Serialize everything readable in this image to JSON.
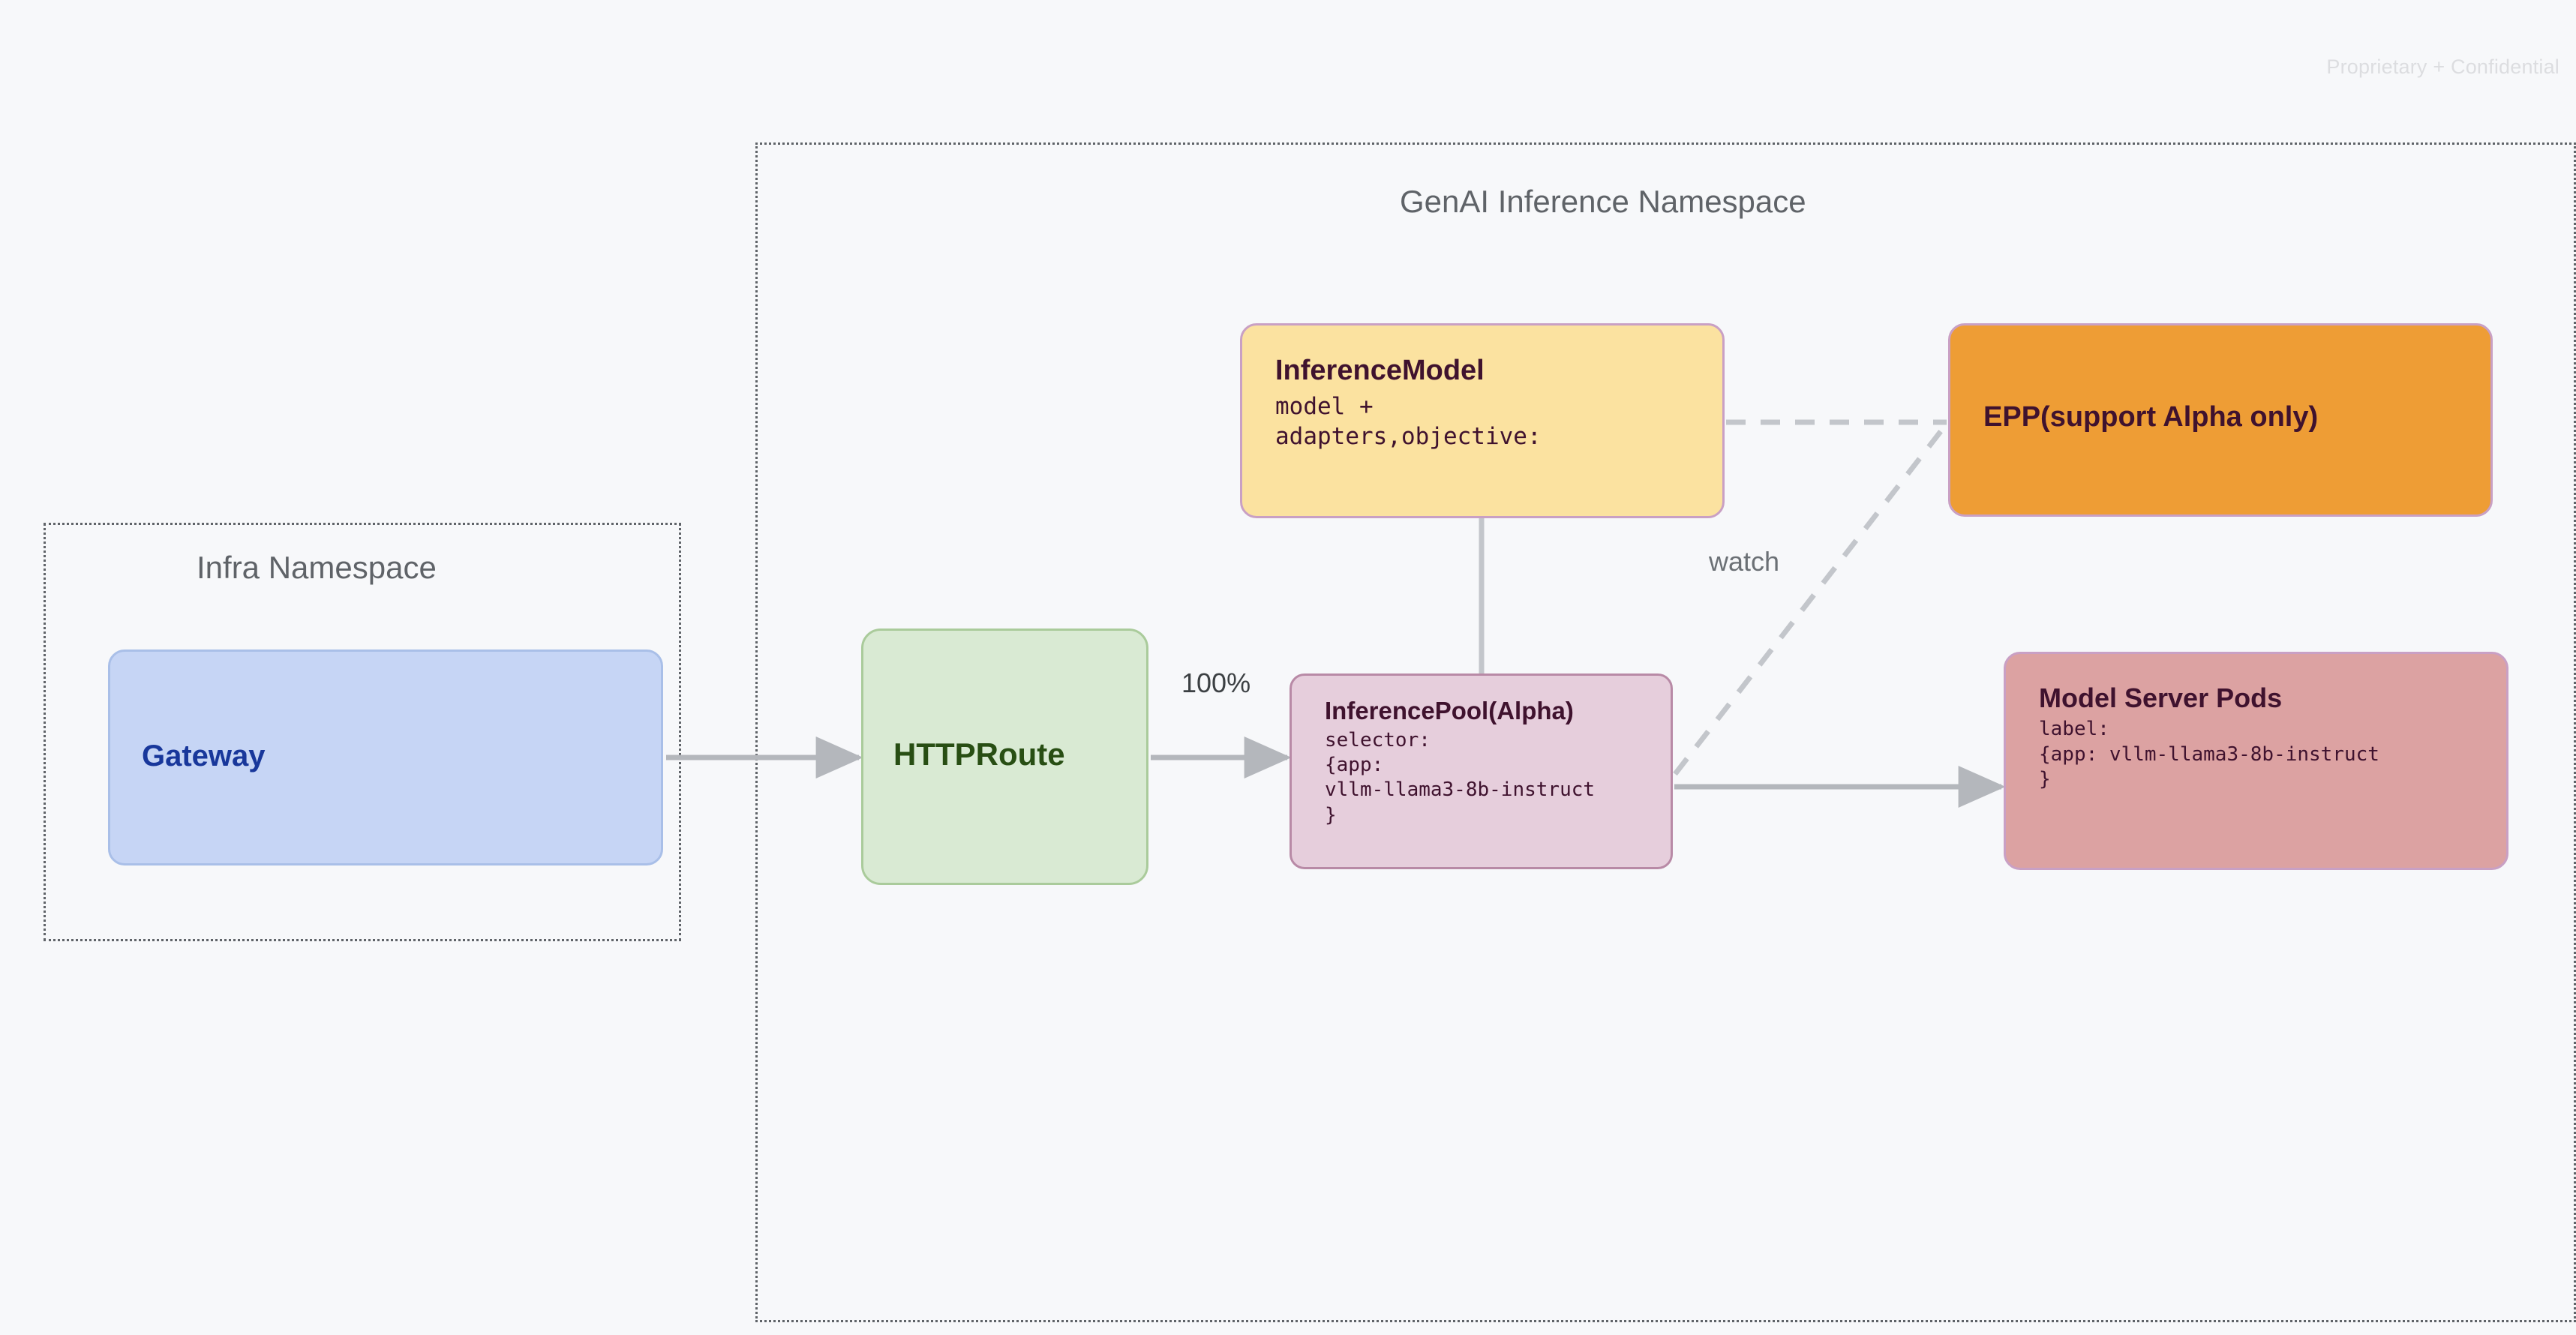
{
  "page": {
    "watermark": "Proprietary + Confidential",
    "background_color": "#F7F8FA"
  },
  "namespaces": [
    {
      "id": "infra",
      "title": "Infra Namespace",
      "border_style": "dotted",
      "border_color": "#5F6368"
    },
    {
      "id": "genai",
      "title": "GenAI Inference Namespace",
      "border_style": "dotted",
      "border_color": "#5F6368"
    }
  ],
  "nodes": {
    "gateway": {
      "title": "Gateway",
      "fill": "#C6D5F5",
      "border": "#A9BFE8",
      "text_color": "#18379B"
    },
    "httproute": {
      "title": "HTTPRoute",
      "fill": "#D9EAD3",
      "border": "#AACB9B",
      "text_color": "#284E13"
    },
    "inference_model": {
      "title": "InferenceModel",
      "sub": "model +\nadapters,objective:",
      "fill": "#FBE2A0",
      "border": "#C9A0C4",
      "text_color": "#3F122E"
    },
    "inference_pool": {
      "title": "InferencePool(Alpha)",
      "sub": "selector:\n{app:\nvllm-llama3-8b-instruct\n}",
      "fill": "#E6CEDC",
      "border": "#B88AA6",
      "text_color": "#3F122E"
    },
    "epp": {
      "title": "EPP(support Alpha only)",
      "fill": "#EE9D35",
      "border": "#C9A0C4",
      "text_color": "#3F122E"
    },
    "model_server_pods": {
      "title": "Model Server Pods",
      "sub": "label:\n{app: vllm-llama3-8b-instruct\n}",
      "fill": "#DCA2A2",
      "border": "#C9A0C4",
      "text_color": "#3F122E"
    }
  },
  "edges": {
    "traffic_split_label": "100%",
    "watch_label": "watch",
    "line_color": "#B4B7BC"
  }
}
